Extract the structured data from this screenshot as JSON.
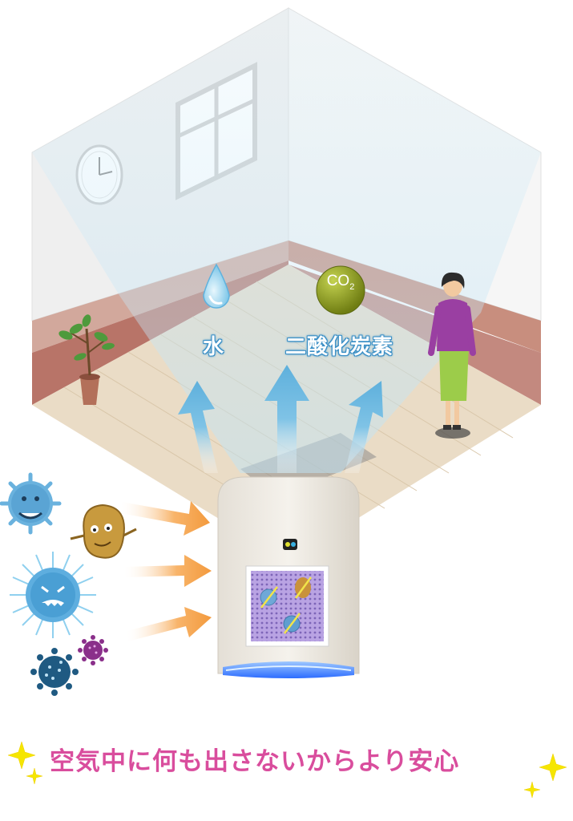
{
  "labels": {
    "water": "水",
    "co2_text": "CO",
    "co2_sub": "2",
    "co2_name": "二酸化炭素"
  },
  "tagline": "空気中に何も出さないからより安心",
  "icons": {
    "clock": "clock-icon",
    "window": "window-icon",
    "plant": "plant-icon",
    "water_drop": "water-drop-icon",
    "co2_ball": "co2-ball-icon",
    "person": "person-icon",
    "air_purifier": "air-purifier-icon",
    "germs": [
      "virus-icon",
      "germ-icon",
      "bacteria-icon",
      "small-virus-icon"
    ],
    "sparkles": "sparkle-icon"
  },
  "colors": {
    "wall": "#f2f2f2",
    "wall_trim": "#b87468",
    "floor": "#e7d8c2",
    "tagline": "#d94d9d",
    "label_outline": "#3a8fc6",
    "co2_ball": "#8a9a1e",
    "arrow_in": "#f4a04d",
    "arrow_out": "#6cb8e0"
  }
}
